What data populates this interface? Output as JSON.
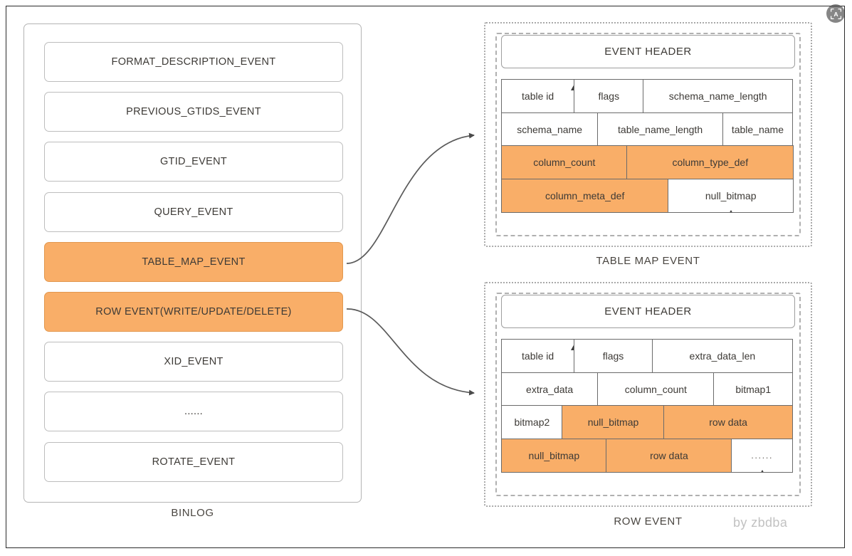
{
  "meta": {
    "watermark": "by zbdba",
    "badge_icon": "live-text-icon"
  },
  "colors": {
    "highlight_orange": "#f9ae68",
    "highlight_orange_border": "#e2984f",
    "box_border_gray": "#bdbdbd",
    "cell_border_gray": "#6b6b6b",
    "text": "#3d3a36",
    "watermark": "#c2c2c2",
    "connector": "#595959"
  },
  "binlog": {
    "caption": "BINLOG",
    "items": [
      {
        "label": "FORMAT_DESCRIPTION_EVENT",
        "highlighted": false
      },
      {
        "label": "PREVIOUS_GTIDS_EVENT",
        "highlighted": false
      },
      {
        "label": "GTID_EVENT",
        "highlighted": false
      },
      {
        "label": "QUERY_EVENT",
        "highlighted": false
      },
      {
        "label": "TABLE_MAP_EVENT",
        "highlighted": true
      },
      {
        "label": "ROW EVENT(WRITE/UPDATE/DELETE)",
        "highlighted": true
      },
      {
        "label": "XID_EVENT",
        "highlighted": false
      },
      {
        "label": "......",
        "highlighted": false
      },
      {
        "label": "ROTATE_EVENT",
        "highlighted": false
      }
    ]
  },
  "table_map_event": {
    "caption": "TABLE MAP EVENT",
    "header": "EVENT HEADER",
    "rows": [
      [
        {
          "label": "table id",
          "width": 25,
          "orange": false,
          "split_after": true
        },
        {
          "label": "flags",
          "width": 24,
          "orange": false
        },
        {
          "label": "schema_name_length",
          "width": 51,
          "orange": false
        }
      ],
      [
        {
          "label": "schema_name",
          "width": 33,
          "orange": false
        },
        {
          "label": "table_name_length",
          "width": 43,
          "orange": false
        },
        {
          "label": "table_name",
          "width": 24,
          "orange": false
        }
      ],
      [
        {
          "label": "column_count",
          "width": 43,
          "orange": true
        },
        {
          "label": "column_type_def",
          "width": 57,
          "orange": true
        }
      ],
      [
        {
          "label": "column_meta_def",
          "width": 57,
          "orange": true
        },
        {
          "label": "null_bitmap",
          "width": 43,
          "orange": false,
          "bottom_tick": true
        }
      ]
    ]
  },
  "row_event": {
    "caption": "ROW EVENT",
    "header": "EVENT HEADER",
    "rows": [
      [
        {
          "label": "table id",
          "width": 25,
          "orange": false,
          "split_after": true
        },
        {
          "label": "flags",
          "width": 27,
          "orange": false
        },
        {
          "label": "extra_data_len",
          "width": 48,
          "orange": false
        }
      ],
      [
        {
          "label": "extra_data",
          "width": 33,
          "orange": false
        },
        {
          "label": "column_count",
          "width": 40,
          "orange": false
        },
        {
          "label": "bitmap1",
          "width": 27,
          "orange": false
        }
      ],
      [
        {
          "label": "bitmap2",
          "width": 21,
          "orange": false
        },
        {
          "label": "null_bitmap",
          "width": 35,
          "orange": true
        },
        {
          "label": "row data",
          "width": 44,
          "orange": true
        }
      ],
      [
        {
          "label": "null_bitmap",
          "width": 36,
          "orange": true
        },
        {
          "label": "row data",
          "width": 43,
          "orange": true
        },
        {
          "label": "......",
          "width": 21,
          "orange": false,
          "bottom_tick": true,
          "dots": true
        }
      ]
    ]
  },
  "connectors": [
    {
      "name": "table-map-connector",
      "from": "TABLE_MAP_EVENT",
      "to": "TABLE MAP EVENT"
    },
    {
      "name": "row-event-connector",
      "from": "ROW EVENT(WRITE/UPDATE/DELETE)",
      "to": "ROW EVENT"
    }
  ]
}
